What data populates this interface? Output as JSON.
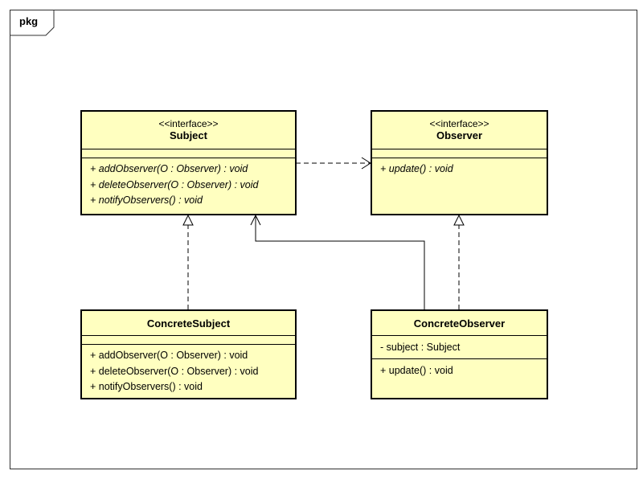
{
  "package": {
    "label": "pkg"
  },
  "classes": {
    "subject": {
      "stereotype": "<<interface>>",
      "name": "Subject",
      "operations": [
        "+ addObserver(O : Observer) : void",
        "+ deleteObserver(O : Observer) : void",
        "+ notifyObservers() : void"
      ]
    },
    "observer": {
      "stereotype": "<<interface>>",
      "name": "Observer",
      "operations": [
        "+ update() : void"
      ]
    },
    "concrete_subject": {
      "name": "ConcreteSubject",
      "operations": [
        "+ addObserver(O : Observer) : void",
        "+ deleteObserver(O : Observer) : void",
        "+ notifyObservers() : void"
      ]
    },
    "concrete_observer": {
      "name": "ConcreteObserver",
      "attributes": [
        "- subject : Subject"
      ],
      "operations": [
        "+ update() : void"
      ]
    }
  },
  "colors": {
    "class_fill": "#ffffc0",
    "line": "#000000"
  }
}
